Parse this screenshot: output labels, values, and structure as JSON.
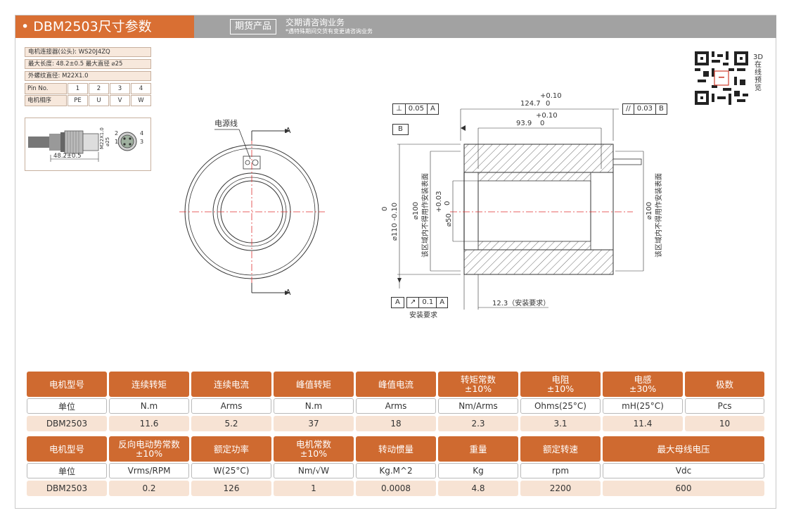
{
  "header": {
    "title": "• DBM2503尺寸参数",
    "tag": "期货产品",
    "note_main": "交期请咨询业务",
    "note_sub": "*遇特殊期间交货有变更请咨询业务"
  },
  "connector": {
    "connector_label": "电机连接器(公头): WS20J4ZQ",
    "length_label": "最大长度: 48.2±0.5   最大直径 ⌀25",
    "thread_label": "外螺纹直径: M22X1.0",
    "pin_header": "Pin No.",
    "pins": [
      "1",
      "2",
      "3",
      "4"
    ],
    "phase_header": "电机相序",
    "phases": [
      "PE",
      "U",
      "V",
      "W"
    ],
    "dim_length": "48.2±0.5",
    "dim_thread": "M22X1.0",
    "dim_dia": "⌀25",
    "pin_labels": [
      "2",
      "1",
      "4",
      "3"
    ]
  },
  "qr": {
    "caption": "3D在线预览"
  },
  "front_view": {
    "cable_label": "电源线",
    "section_a_top": "A",
    "section_a_bottom": "A"
  },
  "side_view": {
    "perp_symbol": "⊥",
    "perp_value": "0.05",
    "perp_ref": "A",
    "parallel_symbol": "//",
    "parallel_value": "0.03",
    "parallel_ref": "B",
    "datum_b": "B",
    "len_total": "124.7",
    "len_total_tol_upper": "+0.10",
    "len_total_tol_lower": "0",
    "len_body": "93.9",
    "len_body_tol_upper": "+0.10",
    "len_body_tol_lower": "0",
    "od_label": "⌀110 -0.10",
    "od_tol": "0",
    "id100_left": "⌀100",
    "id100_left_note": "该区域内不得用作安装表面",
    "bore_label": "⌀50",
    "bore_tol_upper": "+0.03",
    "bore_tol_lower": "0",
    "id100_right": "⌀100",
    "id100_right_note": "该区域内不得用作安装表面",
    "datum_a": "A",
    "runout_symbol": "↗",
    "runout_value": "0.1",
    "runout_ref": "A",
    "mount_note": "安装要求",
    "offset_note": "12.3（安装要求）"
  },
  "table1": {
    "headers": [
      "电机型号",
      "连续转矩",
      "连续电流",
      "峰值转矩",
      "峰值电流",
      "转矩常数\n±10%",
      "电阻\n±10%",
      "电感\n±30%",
      "极数"
    ],
    "units": [
      "单位",
      "N.m",
      "Arms",
      "N.m",
      "Arms",
      "Nm/Arms",
      "Ohms(25°C)",
      "mH(25°C)",
      "Pcs"
    ],
    "values": [
      "DBM2503",
      "11.6",
      "5.2",
      "37",
      "18",
      "2.3",
      "3.1",
      "11.4",
      "10"
    ]
  },
  "table2": {
    "headers": [
      "电机型号",
      "反向电动势常数\n±10%",
      "额定功率",
      "电机常数\n±10%",
      "转动惯量",
      "重量",
      "额定转速",
      "最大母线电压"
    ],
    "units": [
      "单位",
      "Vrms/RPM",
      "W(25°C)",
      "Nm/√W",
      "Kg.M^2",
      "Kg",
      "rpm",
      "Vdc"
    ],
    "values": [
      "DBM2503",
      "0.2",
      "126",
      "1",
      "0.0008",
      "4.8",
      "2200",
      "600"
    ]
  },
  "colors": {
    "accent": "#d96f33",
    "header_gray": "#a2a2a2",
    "value_bg": "#f7e3d4"
  }
}
